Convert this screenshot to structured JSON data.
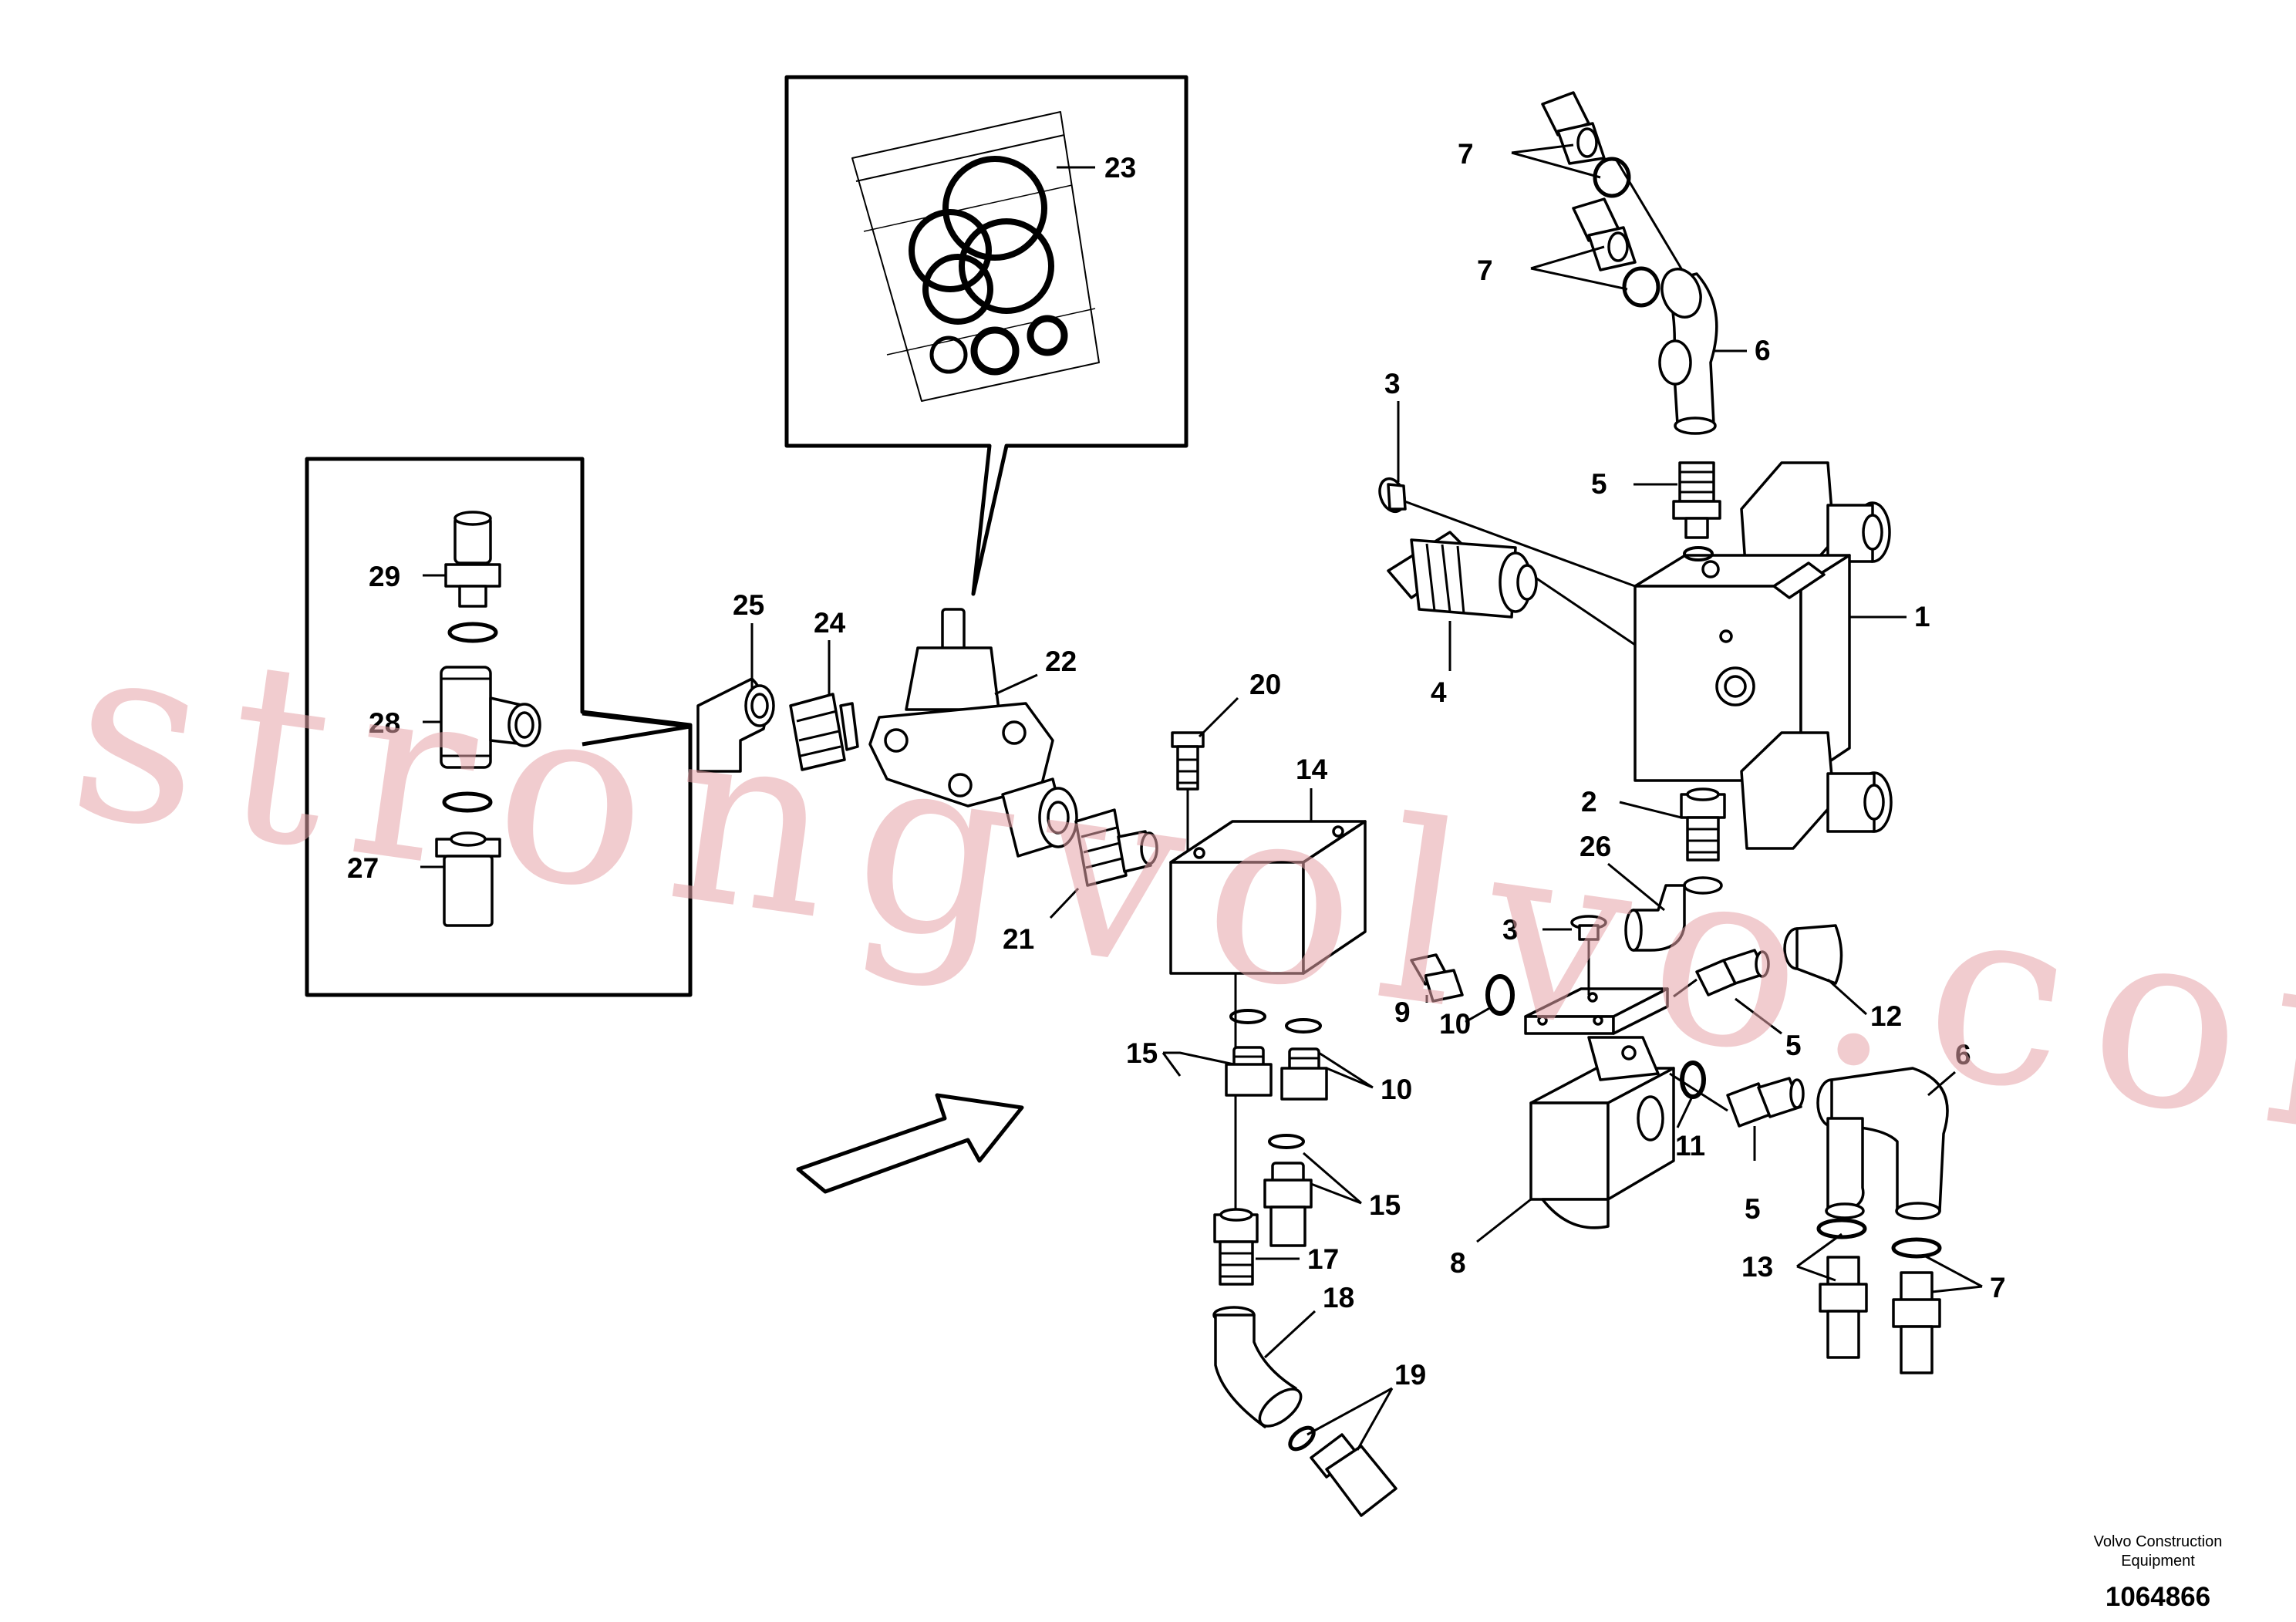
{
  "parts": {
    "p1": "1",
    "p2": "2",
    "p3a": "3",
    "p3b": "3",
    "p4": "4",
    "p5a": "5",
    "p5b": "5",
    "p5c": "5",
    "p6a": "6",
    "p6b": "6",
    "p7a": "7",
    "p7b": "7",
    "p7c": "7",
    "p8": "8",
    "p9": "9",
    "p10a": "10",
    "p10b": "10",
    "p11": "11",
    "p12": "12",
    "p13": "13",
    "p14": "14",
    "p15a": "15",
    "p15b": "15",
    "p17": "17",
    "p18": "18",
    "p19": "19",
    "p20": "20",
    "p21": "21",
    "p22": "22",
    "p23": "23",
    "p24": "24",
    "p25": "25",
    "p26": "26",
    "p27": "27",
    "p28": "28",
    "p29": "29"
  },
  "watermark": "strongvolvo.com",
  "credit": {
    "line1": "Volvo Construction",
    "line2": "Equipment"
  },
  "doc_number": "1064866"
}
